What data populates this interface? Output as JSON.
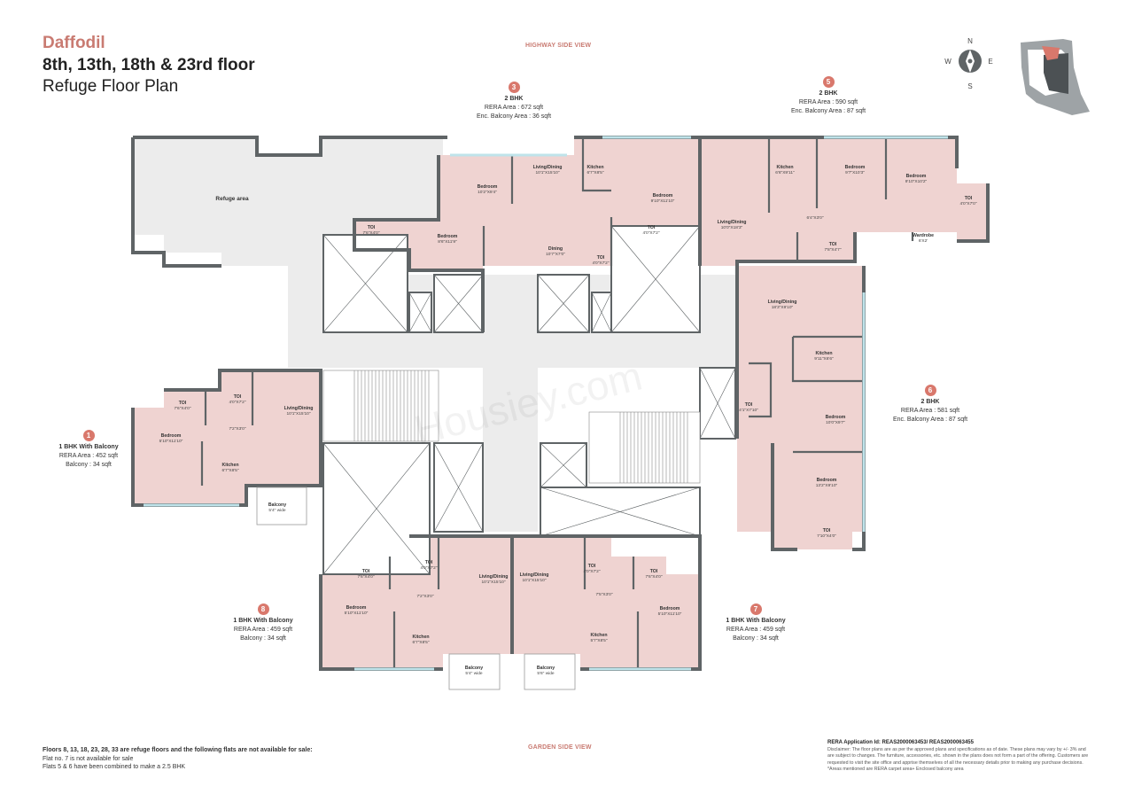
{
  "header": {
    "brand": "Daffodil",
    "floors": "8th, 13th, 18th & 23rd floor",
    "plan_type": "Refuge Floor Plan"
  },
  "views": {
    "top": "HIGHWAY SIDE VIEW",
    "bottom": "GARDEN SIDE VIEW"
  },
  "compass": {
    "n": "N",
    "s": "S",
    "e": "E",
    "w": "W"
  },
  "colors": {
    "accent": "#c97b72",
    "badge": "#d9786c",
    "unit_fill": "#efd3d1",
    "wall": "#5f6466",
    "common_fill": "#ececec",
    "window": "#bfe3ea"
  },
  "refuge_label": "Refuge area",
  "watermark": "Housiey.com",
  "units": {
    "u1": {
      "num": "1",
      "type": "1 BHK With Balcony",
      "area": "RERA Area : 452 sqft",
      "extra": "Balcony : 34 sqft",
      "rooms": [
        [
          "TOI",
          "7'6\"X4'0\""
        ],
        [
          "TOI",
          "4'0\"X7'2\""
        ],
        [
          "Living/Dining",
          "10'1\"X15'10\""
        ],
        [
          "",
          "7'2\"X3'0\""
        ],
        [
          "Bedroom",
          "5'10\"X11'10\""
        ],
        [
          "Kitchen",
          "6'7\"X8'5\""
        ],
        [
          "Balcony",
          "5'4\" wide"
        ]
      ]
    },
    "u3": {
      "num": "3",
      "type": "2 BHK",
      "area": "RERA Area : 672 sqft",
      "extra": "Enc. Balcony Area : 36 sqft",
      "rooms": [
        [
          "Bedroom",
          "10'2\"X9'4\""
        ],
        [
          "Living/Dining",
          "10'1\"X15'10\""
        ],
        [
          "Kitchen",
          "6'7\"X8'5\""
        ],
        [
          "Bedroom",
          "9'10\"X11'10\""
        ],
        [
          "TOI",
          "7'6\"X4'0\""
        ],
        [
          "Bedroom",
          "8'6\"X11'9\""
        ],
        [
          "Dining",
          "10'7\"X7'0\""
        ],
        [
          "TOI",
          "4'0\"X7'2\""
        ],
        [
          "TOI",
          "4'0\"X7'2\""
        ]
      ]
    },
    "u5": {
      "num": "5",
      "type": "2 BHK",
      "area": "RERA Area : 590 sqft",
      "extra": "Enc. Balcony Area : 87 sqft",
      "rooms": [
        [
          "Kitchen",
          "6'6\"X9'11\""
        ],
        [
          "Bedroom",
          "9'7\"X10'3\""
        ],
        [
          "Bedroom",
          "9'10\"X10'2\""
        ],
        [
          "TOI",
          "4'0\"X7'0\""
        ],
        [
          "Living/Dining",
          "10'0\"X18'3\""
        ],
        [
          "",
          "6'4\"X3'0\""
        ],
        [
          "TOI",
          "7'8\"X4'7\""
        ],
        [
          "Wardrobe",
          "6'X2'"
        ]
      ]
    },
    "u6": {
      "num": "6",
      "type": "2 BHK",
      "area": "RERA Area : 581 sqft",
      "extra": "Enc. Balcony Area : 87 sqft",
      "rooms": [
        [
          "Living/Dining",
          "18'3\"X9'10\""
        ],
        [
          "Kitchen",
          "9'11\"X6'6\""
        ],
        [
          "TOI",
          "4'1\"X7'10\""
        ],
        [
          "Bedroom",
          "10'0\"X9'7\""
        ],
        [
          "Bedroom",
          "13'2\"X9'10\""
        ],
        [
          "TOI",
          "7'10\"X4'0\""
        ]
      ]
    },
    "u7": {
      "num": "7",
      "type": "1 BHK With Balcony",
      "area": "RERA Area : 459 sqft",
      "extra": "Balcony : 34 sqft",
      "rooms": [
        [
          "Living/Dining",
          "10'1\"X15'10\""
        ],
        [
          "TOI",
          "4'0\"X7'2\""
        ],
        [
          "TOI",
          "7'6\"X4'0\""
        ],
        [
          "",
          "7'5\"X3'0\""
        ],
        [
          "Bedroom",
          "5'10\"X11'10\""
        ],
        [
          "Kitchen",
          "5'7\"X8'5\""
        ],
        [
          "Balcony",
          "5'6\" wide"
        ]
      ]
    },
    "u8": {
      "num": "8",
      "type": "1 BHK With Balcony",
      "area": "RERA Area : 459 sqft",
      "extra": "Balcony : 34 sqft",
      "rooms": [
        [
          "TOI",
          "7'6\"X4'0\""
        ],
        [
          "TOI",
          "4'0\"X7'2\""
        ],
        [
          "Living/Dining",
          "10'1\"X15'10\""
        ],
        [
          "",
          "7'2\"X3'0\""
        ],
        [
          "Bedroom",
          "5'10\"X11'10\""
        ],
        [
          "Kitchen",
          "6'7\"X8'5\""
        ],
        [
          "Balcony",
          "5'4\" wide"
        ]
      ]
    }
  },
  "notes": {
    "heading": "Floors 8, 13, 18, 23, 28, 33 are refuge floors and the following flats are not available for sale:",
    "line1": "Flat no. 7 is not available for sale",
    "line2": "Flats 5 & 6 have been combined to make a 2.5 BHK"
  },
  "rera": {
    "id": "RERA Application Id: REAS2000063453/ REAS2000063455",
    "disclaimer": "Disclaimer: The floor plans are as per the approved plans and specifications as of date. These plans may vary by +/- 3% and are subject to changes. The furniture, accessories, etc. shown in the plans does not form a part of the offering. Customers are requested to visit the site office and apprise themselves of all the necessary details prior to making any purchase decisions.",
    "footnote": "*Areas mentioned are RERA carpet area+ Enclosed balcony area"
  }
}
